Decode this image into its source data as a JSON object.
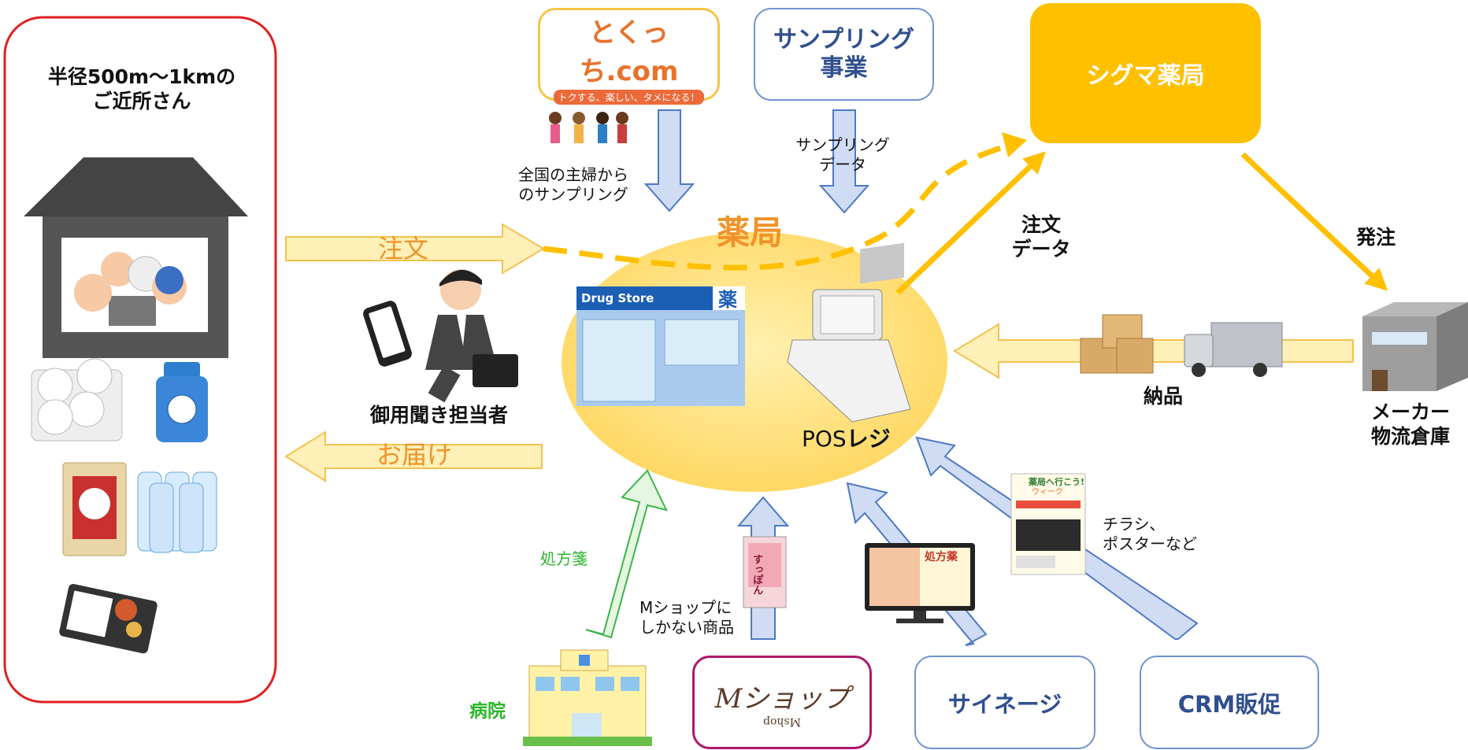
{
  "neighborhood": {
    "title_line1": "半径500m〜1kmの",
    "title_line2": "ご近所さん"
  },
  "order_arrow_label": "注文",
  "delivery_arrow_label": "お届け",
  "sales_person": {
    "label": "御用聞き担当者"
  },
  "pharmacy": {
    "label": "薬局",
    "store_sign_name": "Drug Store",
    "store_sign_kanji": "薬"
  },
  "pos": {
    "label_latin": "POS",
    "label_kana": "レジ"
  },
  "tokucchi": {
    "logo_text": "とくっち.com",
    "tagline": "トクする、楽しい、タメになる！",
    "caption_line1": "全国の主婦から",
    "caption_line2": "のサンプリング"
  },
  "sampling": {
    "title_line1": "サンプリング",
    "title_line2": "事業",
    "caption_line1": "サンプリング",
    "caption_line2": "データ"
  },
  "sigma": {
    "label": "シグマ薬局"
  },
  "order_data": {
    "line1": "注文",
    "line2": "データ"
  },
  "hacchu_label": "発注",
  "maker": {
    "line1": "メーカー",
    "line2": "物流倉庫"
  },
  "delivery_label": "納品",
  "flyer": {
    "caption_line1": "チラシ、",
    "caption_line2": "ポスターなど",
    "header_text": "薬局へ行こう!",
    "sub_text": "ウィーク"
  },
  "hospital": {
    "label": "病院"
  },
  "prescription_label": "処方箋",
  "mshop": {
    "logo_text": "Mショップ",
    "logo_mirror": "Mshop",
    "caption_line1": "Mショップに",
    "caption_line2": "しかない商品",
    "product_text": "すっぽん"
  },
  "signage": {
    "label": "サイネージ",
    "screen_text": "処方薬"
  },
  "crm": {
    "label": "CRM販促"
  },
  "colors": {
    "neighborhood_border": "#e02020",
    "orange_text": "#f0932a",
    "sigma_fill": "#ffc000",
    "blue_arrow_fill": "#cfdcf3",
    "blue_arrow_stroke": "#4f79c4",
    "box_border_blue": "#6f93cf",
    "title_blue": "#2f4f8f",
    "green_text": "#2db52d",
    "mshop_border": "#b0176b",
    "light_arrow_fill": "#fff0b8",
    "light_arrow_stroke": "#f3c34d"
  }
}
